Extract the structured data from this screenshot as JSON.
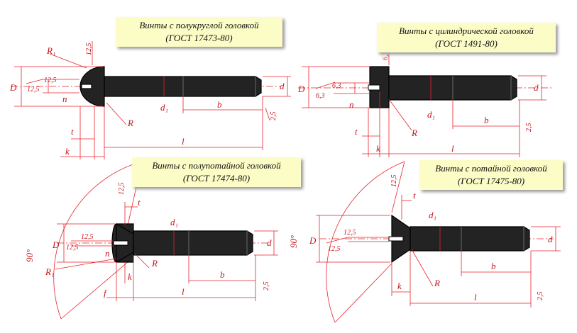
{
  "labels": {
    "tl": {
      "name": "Винты с полукруглой головкой",
      "gost": "(ГОСТ 17473-80)"
    },
    "tr": {
      "name": "Винты с цилиндрической головкой",
      "gost": "(ГОСТ 1491-80)"
    },
    "bl": {
      "name": "Винты с полупотайной головкой",
      "gost": "(ГОСТ 17474-80)"
    },
    "br": {
      "name": "Винты с потайной головкой",
      "gost": "(ГОСТ 17475-80)"
    }
  },
  "dims": {
    "D": "D",
    "d": "d",
    "d1": "d₁",
    "b": "b",
    "l": "l",
    "k": "k",
    "t": "t",
    "n": "n",
    "R": "R",
    "R1": "R₁",
    "f": "f",
    "rough": "12,5",
    "rough_alt": "6,3",
    "rough_small": "2,5",
    "angle": "90°"
  },
  "colors": {
    "dimension": "#e8222a",
    "label_bg": "#fcfdc6",
    "metal": "#232323"
  }
}
